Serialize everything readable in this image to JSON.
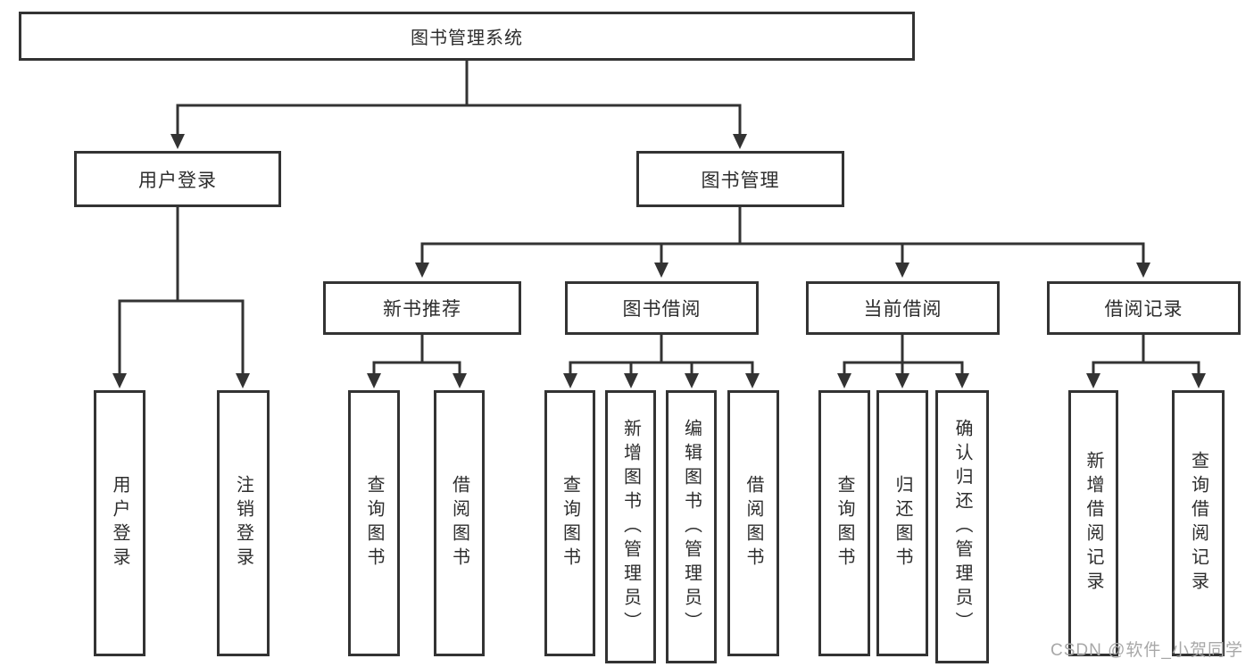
{
  "diagram": {
    "title": "图书管理系统",
    "branches": [
      {
        "label": "用户登录",
        "children": [
          {
            "label": "用户登录"
          },
          {
            "label": "注销登录"
          }
        ]
      },
      {
        "label": "图书管理",
        "children": [
          {
            "label": "新书推荐",
            "children": [
              {
                "label": "查询图书"
              },
              {
                "label": "借阅图书"
              }
            ]
          },
          {
            "label": "图书借阅",
            "children": [
              {
                "label": "查询图书"
              },
              {
                "label": "新增图书（管理员）"
              },
              {
                "label": "编辑图书（管理员）"
              },
              {
                "label": "借阅图书"
              }
            ]
          },
          {
            "label": "当前借阅",
            "children": [
              {
                "label": "查询图书"
              },
              {
                "label": "归还图书"
              },
              {
                "label": "确认归还（管理员）"
              }
            ]
          },
          {
            "label": "借阅记录",
            "children": [
              {
                "label": "新增借阅记录"
              },
              {
                "label": "查询借阅记录"
              }
            ]
          }
        ]
      }
    ]
  },
  "watermark": {
    "text": "CSDN @软件_小贺同学"
  },
  "colors": {
    "line": "#333333",
    "box_border": "#333333",
    "text": "#2d2d2d",
    "watermark": "#a8a8a8",
    "background": "#ffffff"
  }
}
